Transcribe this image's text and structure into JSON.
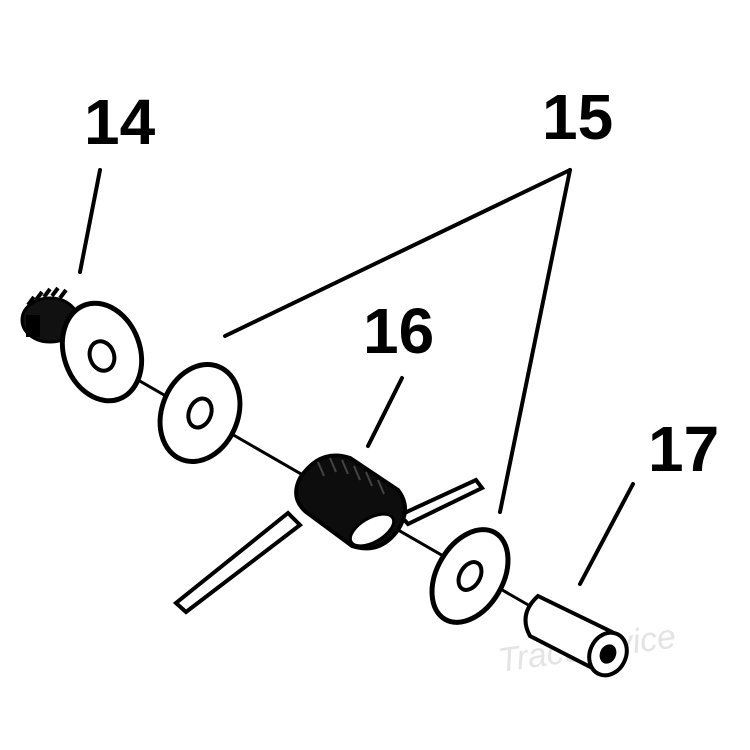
{
  "callouts": {
    "part_14": "14",
    "part_15": "15",
    "part_16": "16",
    "part_17": "17"
  },
  "watermark": "TracService",
  "colors": {
    "ink": "#000000",
    "paper": "#ffffff",
    "watermark": "#e4e4e4"
  }
}
